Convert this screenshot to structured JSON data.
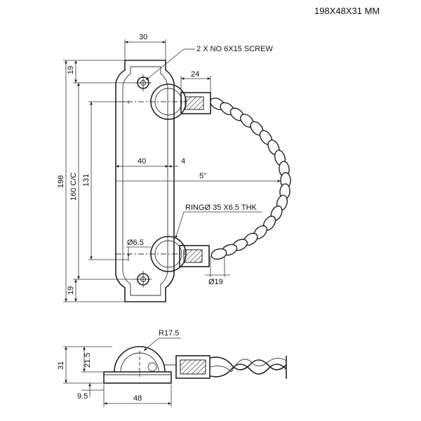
{
  "header": {
    "size_label": "198X48X31 MM"
  },
  "labels": {
    "screw": "2 X NO 6X15 SCREW",
    "dim_30": "30",
    "dim_24": "24",
    "dim_19_top": "19",
    "dim_19_bottom": "19",
    "dim_198": "198",
    "dim_160": "160 C/C",
    "dim_131": "131",
    "dim_40": "40",
    "dim_4": "4",
    "dim_5in": "5\"",
    "ring": "RINGØ 35 X6.5 THK",
    "dia_6_5": "Ø6.5",
    "dia_19": "Ø19",
    "radius": "R17.5",
    "dim_31": "31",
    "dim_21_5": "21.5",
    "dim_9_5": "9.5",
    "dim_48": "48"
  }
}
